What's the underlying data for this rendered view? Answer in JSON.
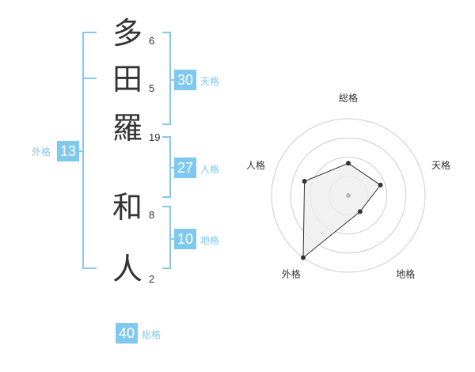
{
  "name_chars": [
    {
      "char": "多",
      "strokes": "6"
    },
    {
      "char": "田",
      "strokes": "5"
    },
    {
      "char": "羅",
      "strokes": "19"
    },
    {
      "char": "和",
      "strokes": "8"
    },
    {
      "char": "人",
      "strokes": "2"
    }
  ],
  "fortunes": {
    "tenkaku": {
      "value": "30",
      "label": "天格"
    },
    "jinkaku": {
      "value": "27",
      "label": "人格"
    },
    "chikaku": {
      "value": "10",
      "label": "地格"
    },
    "gaikaku": {
      "value": "13",
      "label": "外格"
    },
    "soukaku": {
      "value": "40",
      "label": "総格"
    }
  },
  "chart_data": {
    "type": "radar",
    "axes": [
      "総格",
      "天格",
      "地格",
      "外格",
      "人格"
    ],
    "values": [
      0.42,
      0.44,
      0.26,
      1.0,
      0.6
    ],
    "rings": 4,
    "colors": {
      "line": "#333333",
      "fill": "#eeeeee",
      "grid": "#cccccc",
      "center": "#bbbbbb",
      "accent": "#7fc8f0"
    }
  }
}
